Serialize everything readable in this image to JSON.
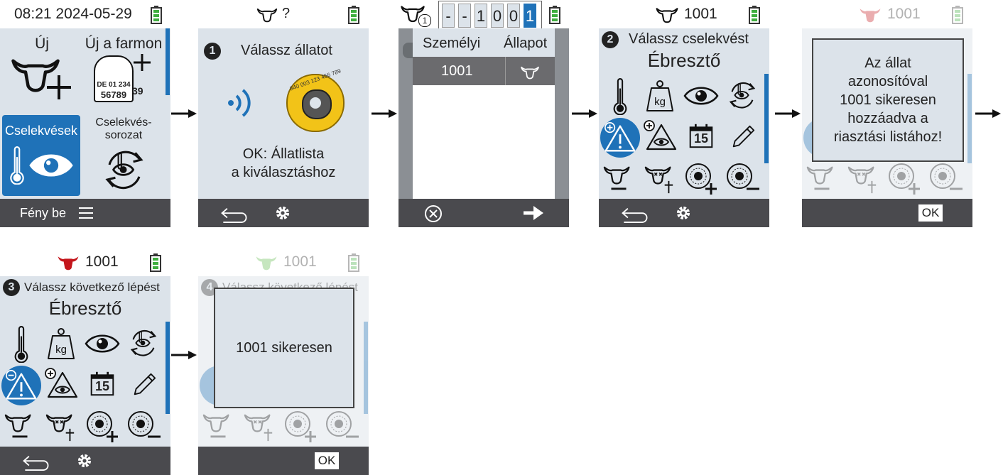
{
  "screens": {
    "s1": {
      "status_time": "08:21 2024-05-29",
      "tile_new": "Új",
      "tile_new_farm": "Új a farmon",
      "tag_line1": "DE 01 234",
      "tag_line2": "56789",
      "tag_overlap": "39",
      "tile_actions": "Cselekvések",
      "tile_sequence_line1": "Cselekvés-",
      "tile_sequence_line2": "sorozat",
      "light_label": "Fény be"
    },
    "s2": {
      "status_text": "?",
      "step": "1",
      "title": "Válassz állatot",
      "disk_text": "840 003 123 456 789",
      "hint_line1": "OK: Állatlista",
      "hint_line2": "a kiválasztáshoz"
    },
    "s3": {
      "digits": [
        "-",
        "-",
        "1",
        "0",
        "0",
        "1"
      ],
      "col_id": "Személyi",
      "col_state": "Állapot",
      "row_id": "1001",
      "count_badge": "1"
    },
    "s4": {
      "status_id": "1001",
      "step": "2",
      "title": "Válassz cselekvést",
      "subtitle": "Ébresztő",
      "calendar_day": "15"
    },
    "s5": {
      "status_id": "1001",
      "popup_line1": "Az állat",
      "popup_line2": "azonosítóval",
      "popup_line3": "1001 sikeresen",
      "popup_line4": "hozzáadva a",
      "popup_line5": "riasztási listához!",
      "ok": "OK"
    },
    "s6": {
      "status_id": "1001",
      "step": "3",
      "title": "Válassz következő lépést",
      "subtitle": "Ébresztő",
      "calendar_day": "15"
    },
    "s7": {
      "status_id": "1001",
      "step": "4",
      "title": "Válassz következő lépést",
      "popup_text": "1001 sikeresen",
      "ok": "OK"
    }
  },
  "colors": {
    "screen_bg": "#dce3ea",
    "bar_bg": "#4a4a4e",
    "accent_blue": "#1f72b8",
    "battery_green": "#3fae3f",
    "cow_red": "#c4161c",
    "cow_green": "#5fb84a",
    "disk_yellow": "#f2c318"
  }
}
